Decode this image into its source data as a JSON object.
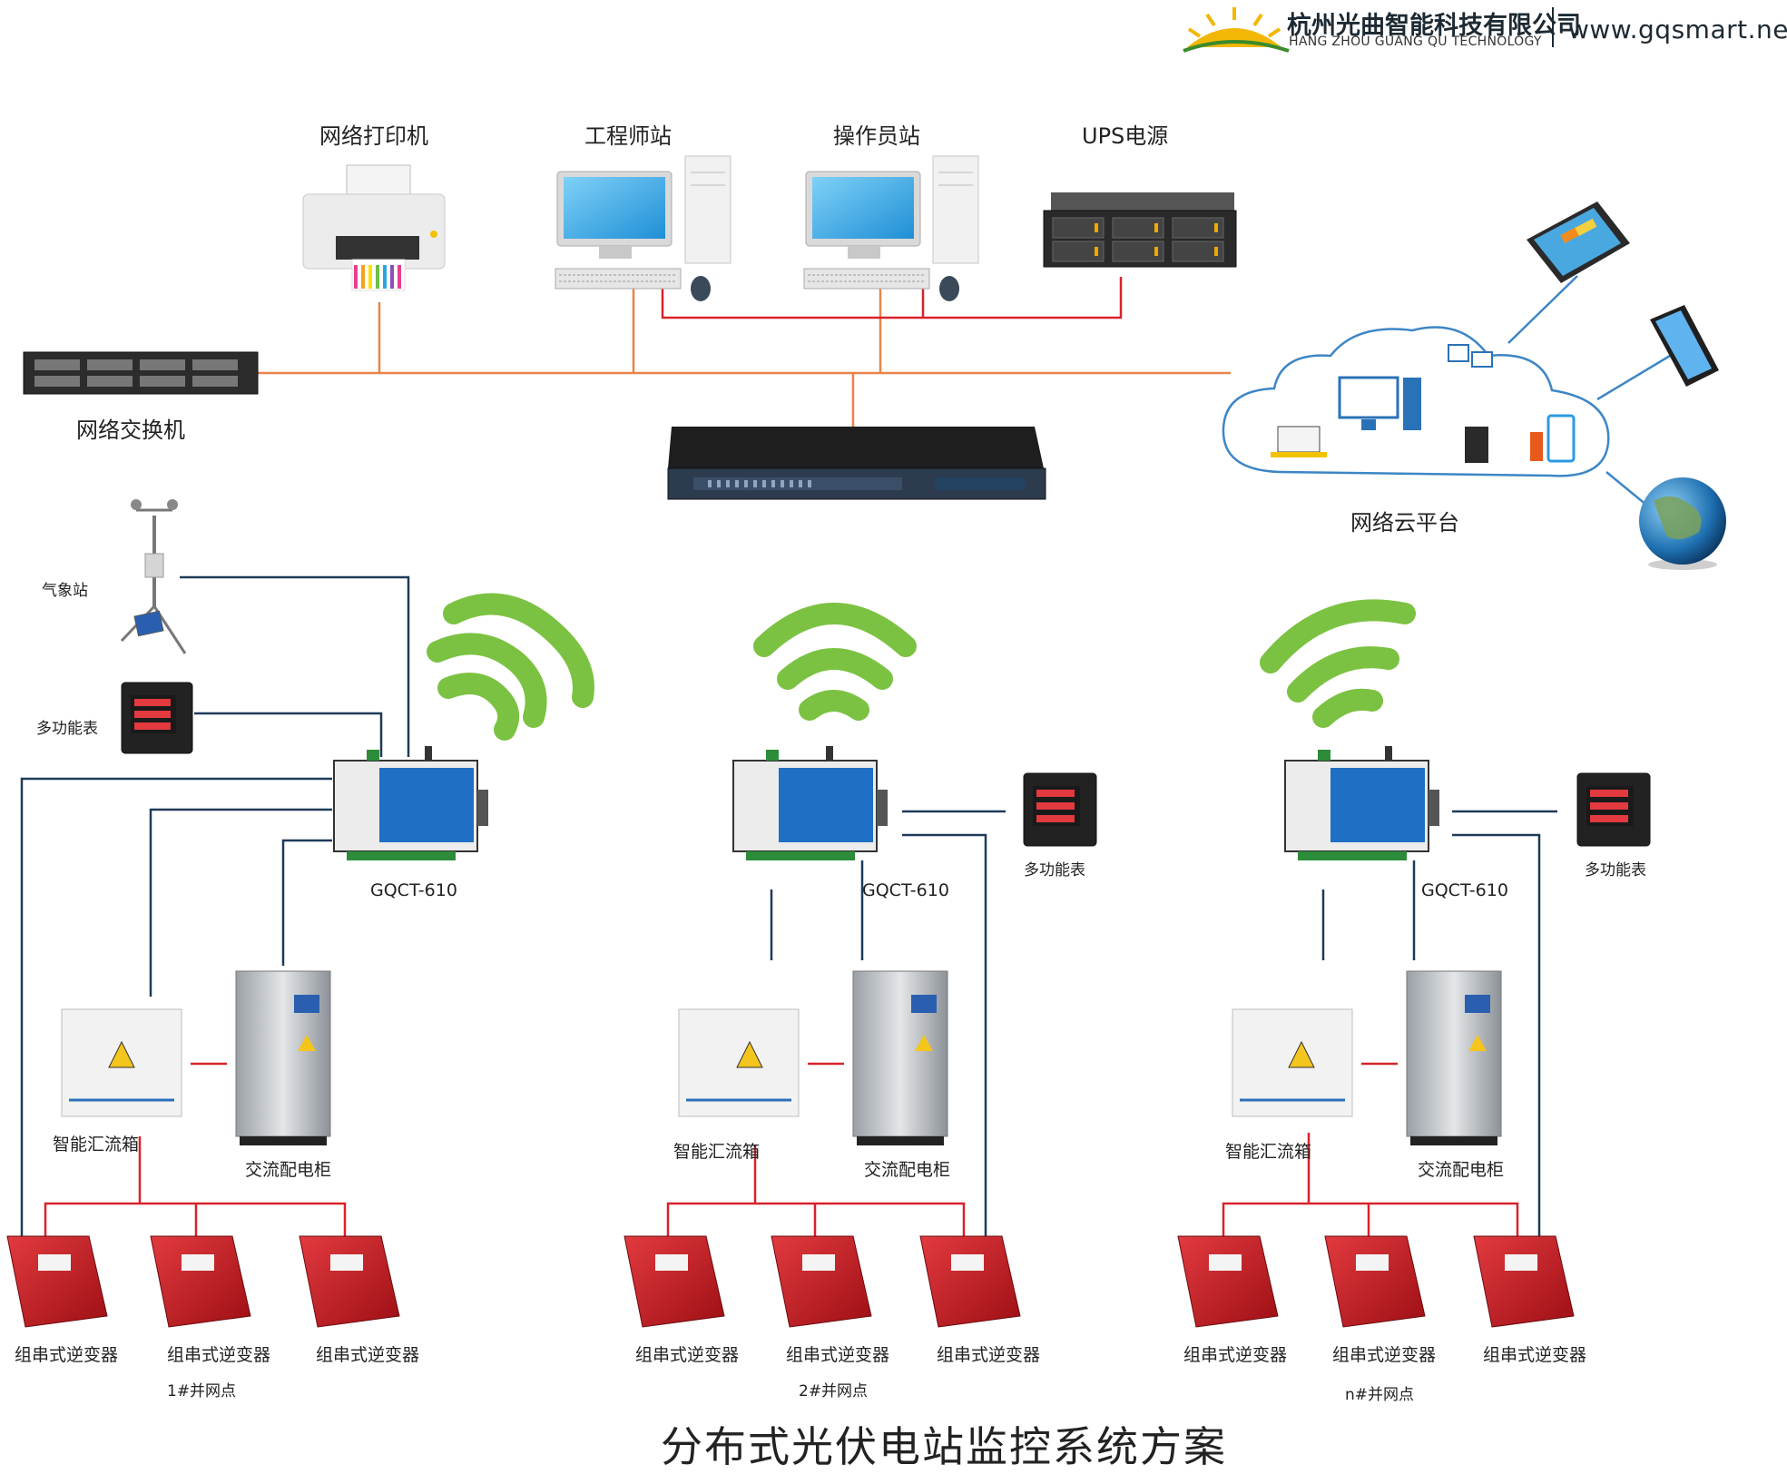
{
  "header": {
    "company_cn": "杭州光曲智能科技有限公司",
    "company_en": "HANG ZHOU GUANG QU TECHNOLOGY",
    "website": "www.gqsmart.net"
  },
  "top_devices": {
    "printer": "网络打印机",
    "engineer_station": "工程师站",
    "operator_station": "操作员站",
    "ups": "UPS电源",
    "switch": "网络交换机",
    "cloud": "网络云平台"
  },
  "field": {
    "weather_station": "气象站",
    "meter_left": "多功能表"
  },
  "stations": [
    {
      "gateway": "GQCT-610",
      "combiner": "智能汇流箱",
      "ac_cabinet": "交流配电柜",
      "inverters": [
        "组串式逆变器",
        "组串式逆变器",
        "组串式逆变器"
      ],
      "grid_point": "1#并网点"
    },
    {
      "gateway": "GQCT-610",
      "meter": "多功能表",
      "combiner": "智能汇流箱",
      "ac_cabinet": "交流配电柜",
      "inverters": [
        "组串式逆变器",
        "组串式逆变器",
        "组串式逆变器"
      ],
      "grid_point": "2#并网点"
    },
    {
      "gateway": "GQCT-610",
      "meter": "多功能表",
      "combiner": "智能汇流箱",
      "ac_cabinet": "交流配电柜",
      "inverters": [
        "组串式逆变器",
        "组串式逆变器",
        "组串式逆变器"
      ],
      "grid_point": "n#并网点"
    }
  ],
  "title": "分布式光伏电站监控系统方案",
  "colors": {
    "network_line": "#e8844a",
    "power_line": "#d8232a",
    "signal_line": "#1f3a5a",
    "wifi": "#7cc242",
    "inverter": "#c8161d",
    "gateway_panel": "#1f6fc4",
    "cloud_outline": "#3d86c6"
  },
  "icons": [
    "printer-icon",
    "workstation-icon",
    "ups-icon",
    "switch-icon",
    "server-icon",
    "cloud-icon",
    "tablet-icon",
    "phone-icon",
    "globe-icon",
    "weather-station-icon",
    "meter-icon",
    "gateway-icon",
    "wifi-icon",
    "combiner-box-icon",
    "ac-cabinet-icon",
    "inverter-icon",
    "logo-sun-icon"
  ]
}
